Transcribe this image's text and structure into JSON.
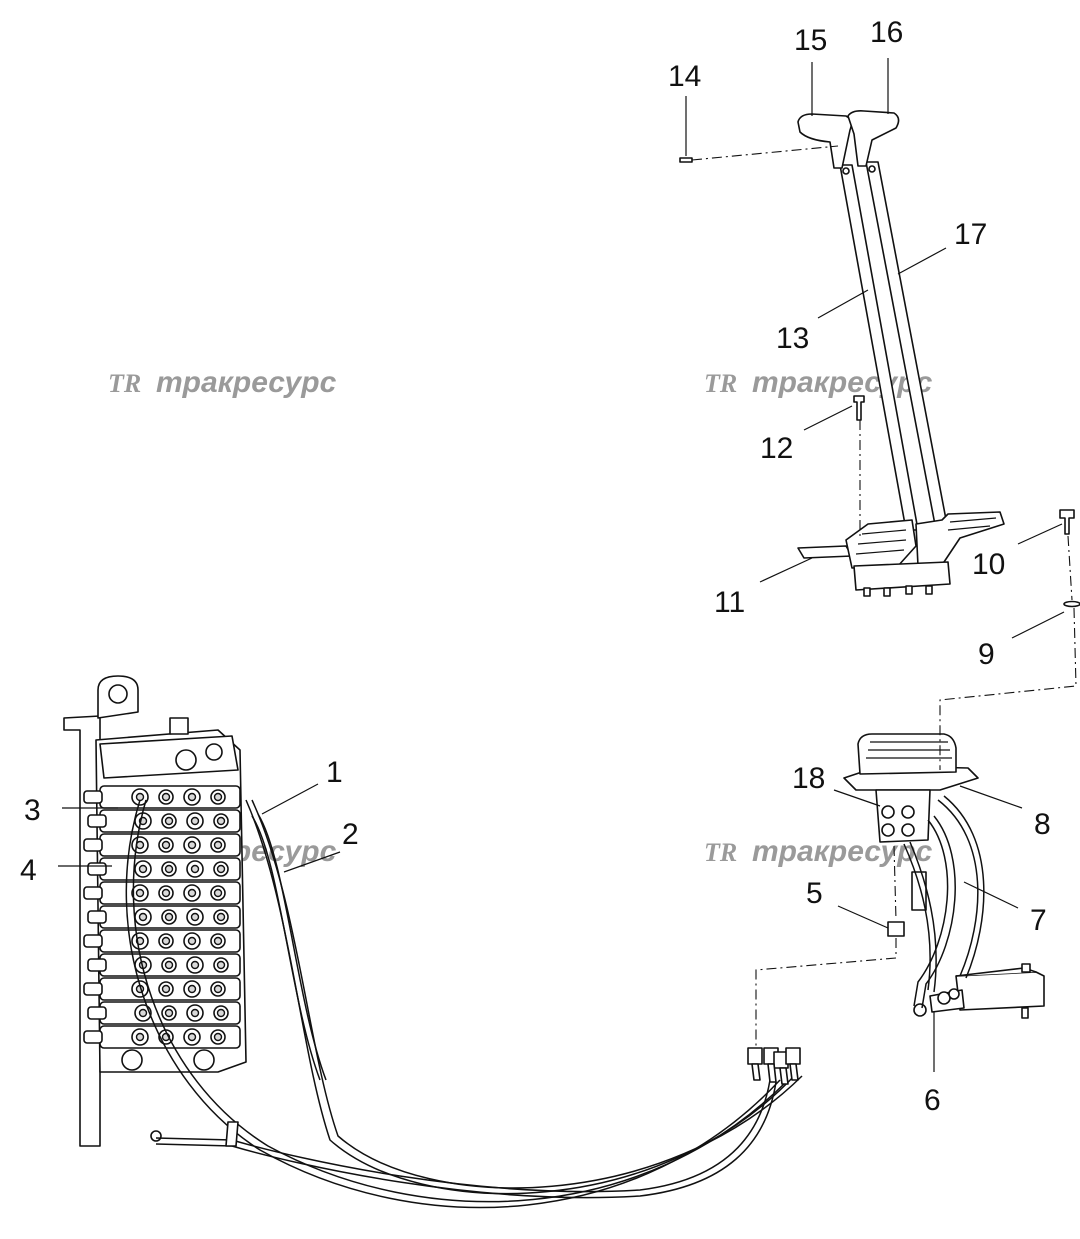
{
  "callouts": [
    {
      "id": "1",
      "label": "1"
    },
    {
      "id": "2",
      "label": "2"
    },
    {
      "id": "3",
      "label": "3"
    },
    {
      "id": "4",
      "label": "4"
    },
    {
      "id": "5",
      "label": "5"
    },
    {
      "id": "6",
      "label": "6"
    },
    {
      "id": "7",
      "label": "7"
    },
    {
      "id": "8",
      "label": "8"
    },
    {
      "id": "9",
      "label": "9"
    },
    {
      "id": "10",
      "label": "10"
    },
    {
      "id": "11",
      "label": "11"
    },
    {
      "id": "12",
      "label": "12"
    },
    {
      "id": "13",
      "label": "13"
    },
    {
      "id": "14",
      "label": "14"
    },
    {
      "id": "15",
      "label": "15"
    },
    {
      "id": "16",
      "label": "16"
    },
    {
      "id": "17",
      "label": "17"
    },
    {
      "id": "18",
      "label": "18"
    }
  ],
  "watermark": {
    "logo": "TR",
    "brand": "тракресурс"
  },
  "colors": {
    "line": "#111111",
    "watermark": "#9a9a9a",
    "background": "#ffffff"
  }
}
